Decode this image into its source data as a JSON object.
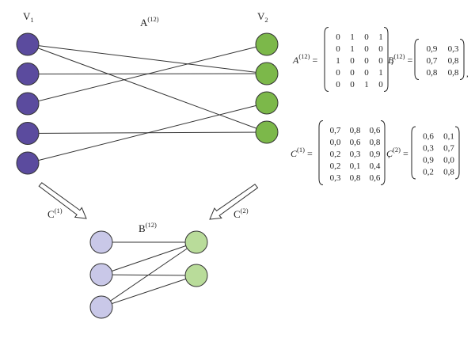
{
  "labels": {
    "v1": "V",
    "v1_sub": "1",
    "v2": "V",
    "v2_sub": "2",
    "a12": "A",
    "a12_sup": "(12)",
    "c1": "C",
    "c1_sup": "(1)",
    "c2": "C",
    "c2_sup": "(2)",
    "b12": "B",
    "b12_sup": "(12)"
  },
  "equations": {
    "A": {
      "name": "A",
      "sup": "(12)",
      "rows": [
        [
          "0",
          "1",
          "0",
          "1"
        ],
        [
          "0",
          "1",
          "0",
          "0"
        ],
        [
          "1",
          "0",
          "0",
          "0"
        ],
        [
          "0",
          "0",
          "0",
          "1"
        ],
        [
          "0",
          "0",
          "1",
          "0"
        ]
      ]
    },
    "B": {
      "name": "B",
      "sup": "(12)",
      "rows": [
        [
          "0,9",
          "0,3"
        ],
        [
          "0,7",
          "0,8"
        ],
        [
          "0,8",
          "0,8"
        ]
      ],
      "trail": ","
    },
    "C1": {
      "name": "C",
      "sup": "(1)",
      "rows": [
        [
          "0,7",
          "0,8",
          "0,6"
        ],
        [
          "0,0",
          "0,6",
          "0,8"
        ],
        [
          "0,2",
          "0,3",
          "0,9"
        ],
        [
          "0,2",
          "0,1",
          "0,4"
        ],
        [
          "0,3",
          "0,8",
          "0,6"
        ]
      ]
    },
    "C2": {
      "name": "C",
      "sup": "(2)",
      "rows": [
        [
          "0,6",
          "0,1"
        ],
        [
          "0,3",
          "0,7"
        ],
        [
          "0,9",
          "0,0"
        ],
        [
          "0,2",
          "0,8"
        ]
      ]
    },
    "separator": ","
  },
  "colors": {
    "left_node": "#5b4b9e",
    "right_node": "#7cb84a",
    "small_left_node": "#c9c8e8",
    "small_right_node": "#b9dc9a",
    "edge": "#333333"
  },
  "graph": {
    "top_left_count": 5,
    "top_right_count": 4,
    "top_edges": [
      [
        0,
        1
      ],
      [
        0,
        3
      ],
      [
        1,
        1
      ],
      [
        2,
        0
      ],
      [
        3,
        3
      ],
      [
        4,
        2
      ]
    ],
    "bottom_left_count": 3,
    "bottom_right_count": 2,
    "bottom_edges": [
      [
        0,
        0
      ],
      [
        1,
        0
      ],
      [
        1,
        1
      ],
      [
        2,
        0
      ],
      [
        2,
        1
      ]
    ]
  }
}
